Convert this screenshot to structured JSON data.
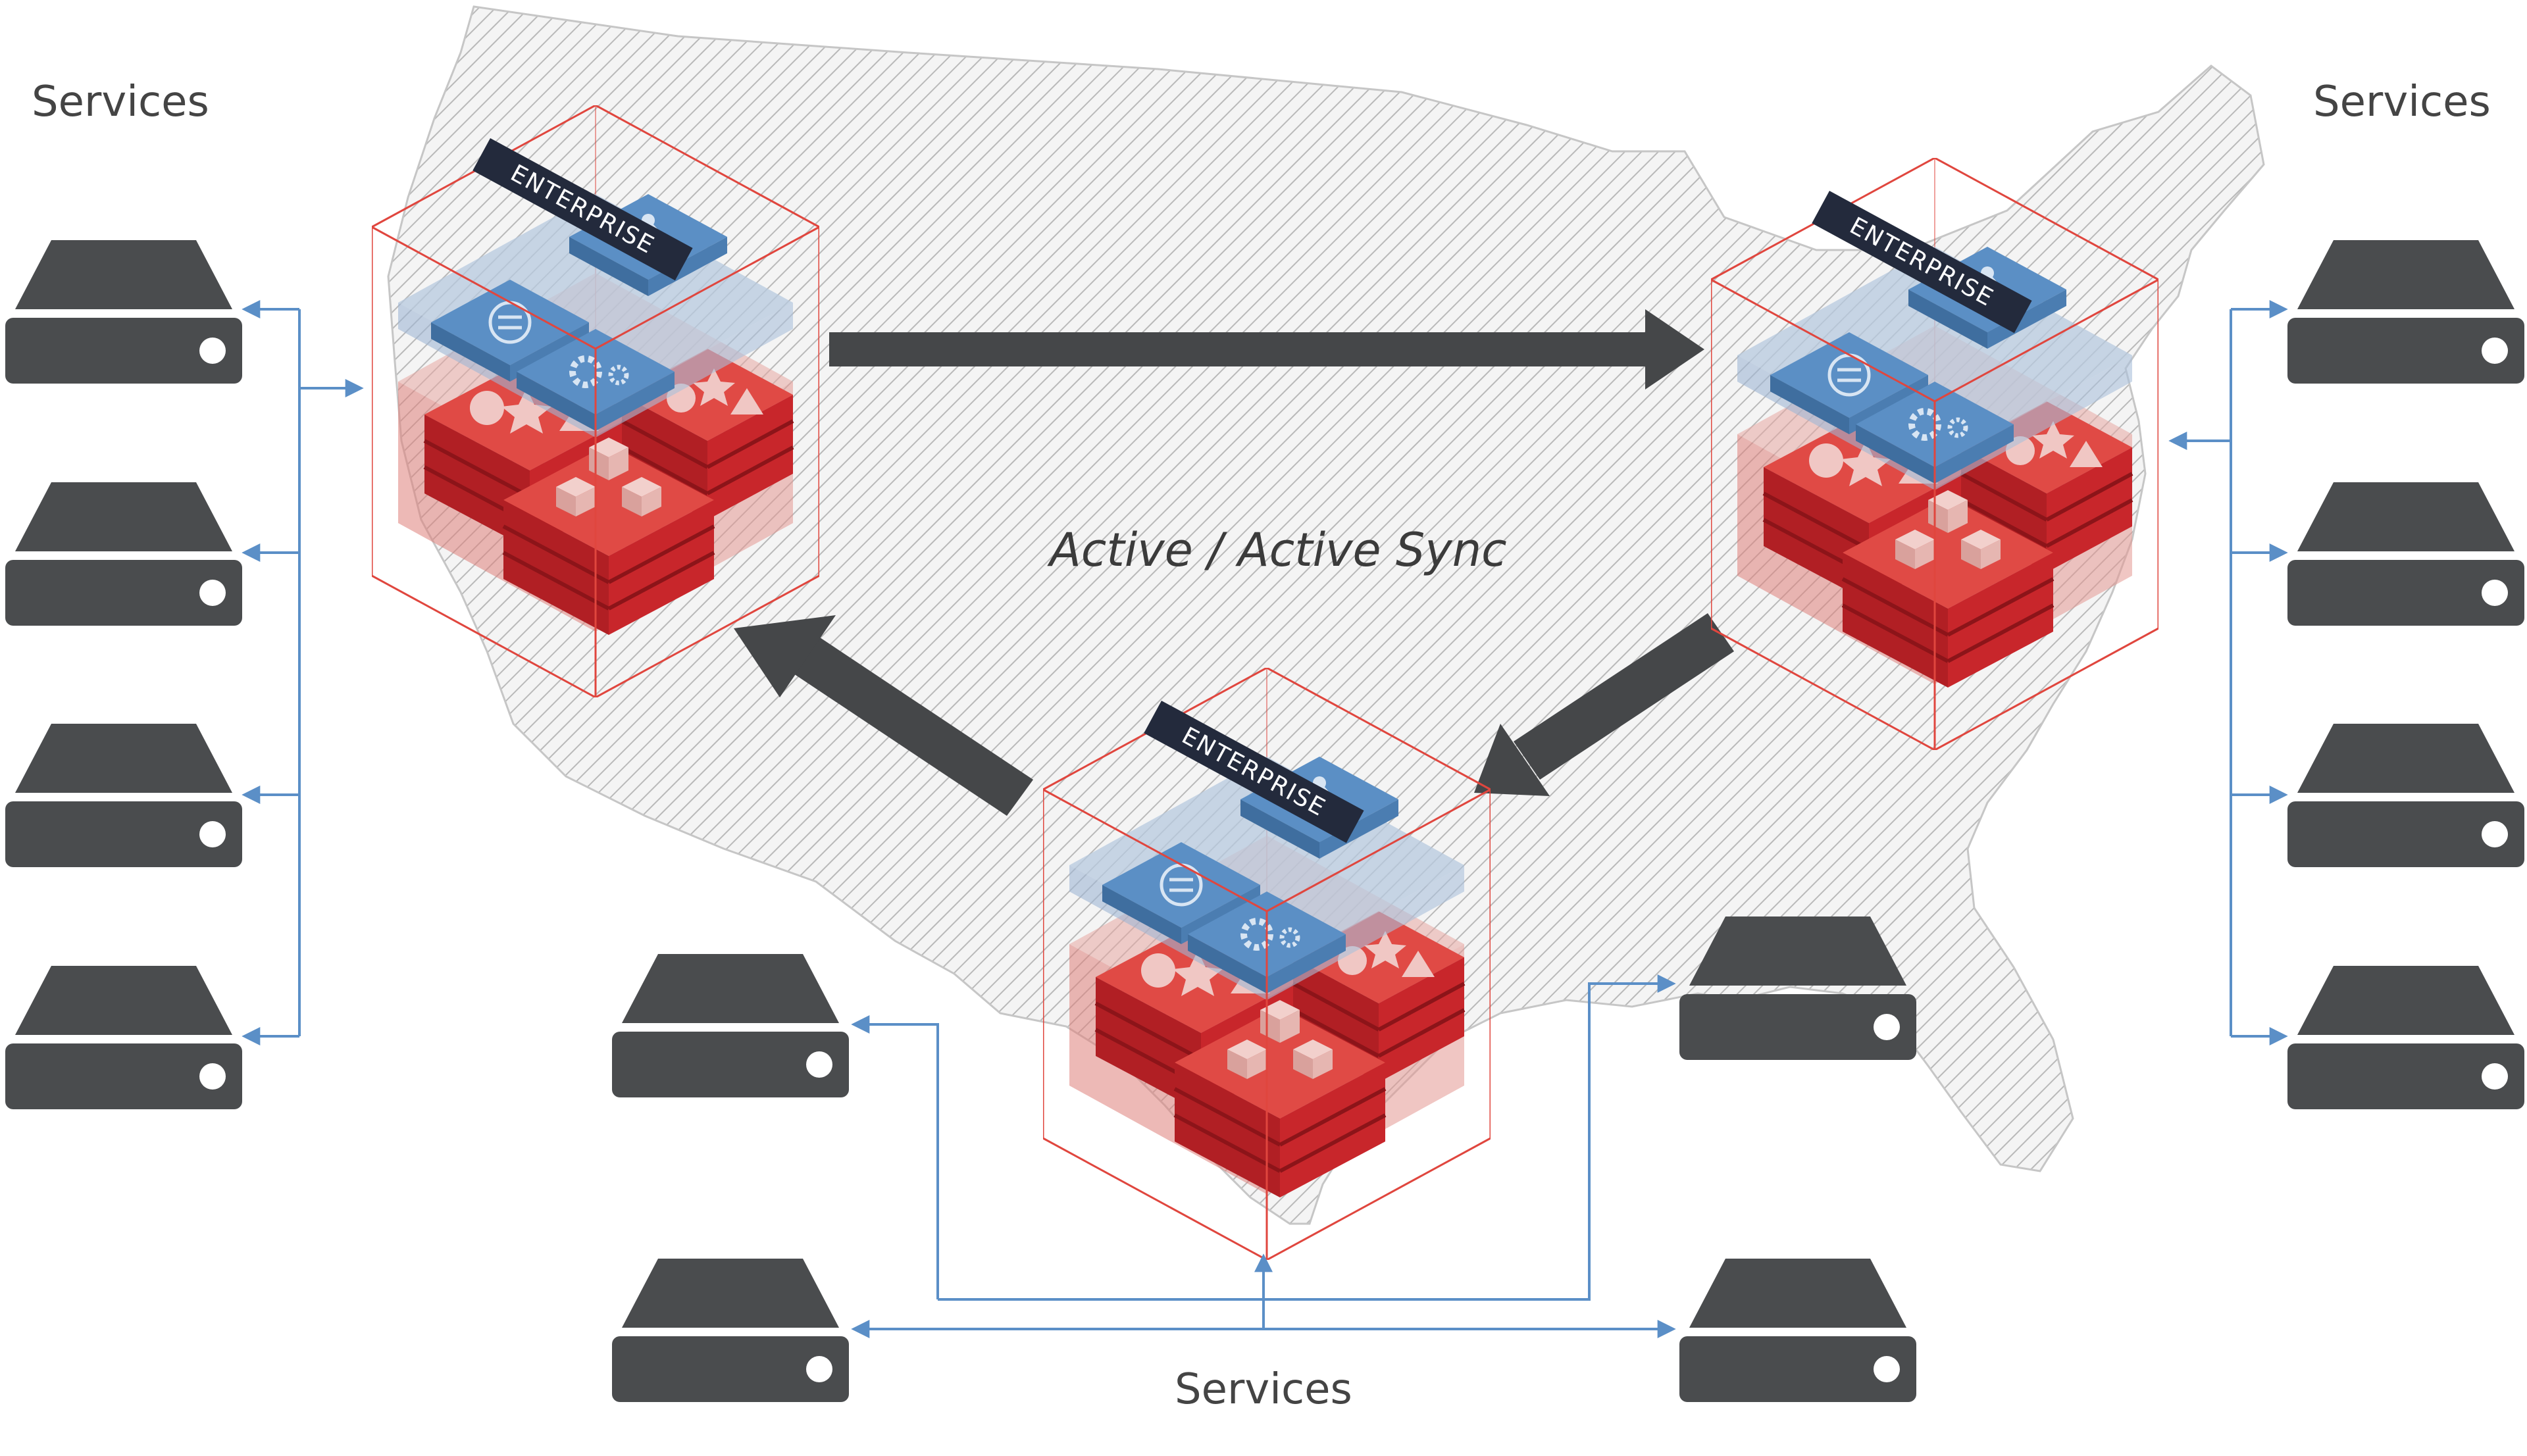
{
  "diagram": {
    "sync_label": "Active / Active Sync",
    "services_labels": {
      "left": "Services",
      "right": "Services",
      "bottom": "Services"
    },
    "cluster_badge": "ENTERPRISE",
    "clusters": [
      {
        "id": "west"
      },
      {
        "id": "east"
      },
      {
        "id": "south"
      }
    ],
    "colors": {
      "server": "#4a4c4e",
      "connector": "#5b8fc7",
      "sync_arrow": "#454749",
      "cube_outline": "#e0463e",
      "redis_red": "#c8262b",
      "layer_blue": "#5b8fc5",
      "badge_dark": "#232a3c",
      "map_hatch": "#bdbdbd"
    },
    "icons": [
      "server-icon",
      "proxy-icon",
      "cluster-manager-icon",
      "settings-gear-icon",
      "redis-shards-icon"
    ]
  }
}
